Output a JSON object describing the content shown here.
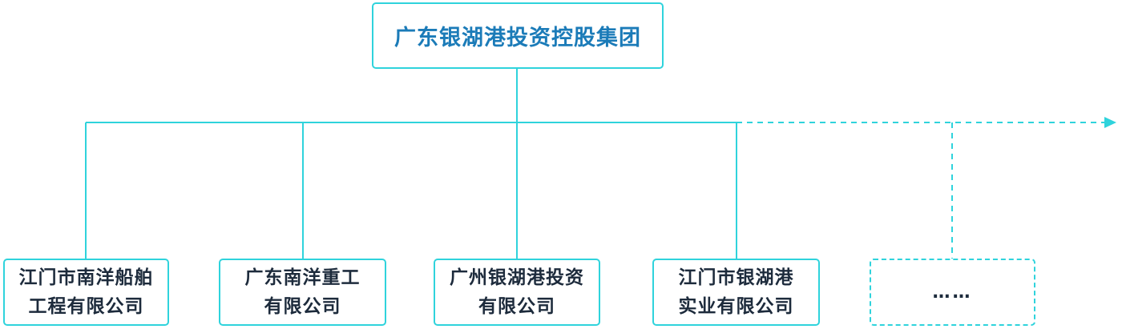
{
  "diagram": {
    "root": {
      "label": "广东银湖港投资控股集团"
    },
    "children": [
      {
        "line1": "江门市南洋船舶",
        "line2": "工程有限公司"
      },
      {
        "line1": "广东南洋重工",
        "line2": "有限公司"
      },
      {
        "line1": "广州银湖港投资",
        "line2": "有限公司"
      },
      {
        "line1": "江门市银湖港",
        "line2": "实业有限公司"
      }
    ],
    "more": {
      "label": "……"
    },
    "colors": {
      "connector": "#2fd3dc",
      "root_text": "#1b7bb8",
      "child_text": "#1d2b3c"
    }
  }
}
